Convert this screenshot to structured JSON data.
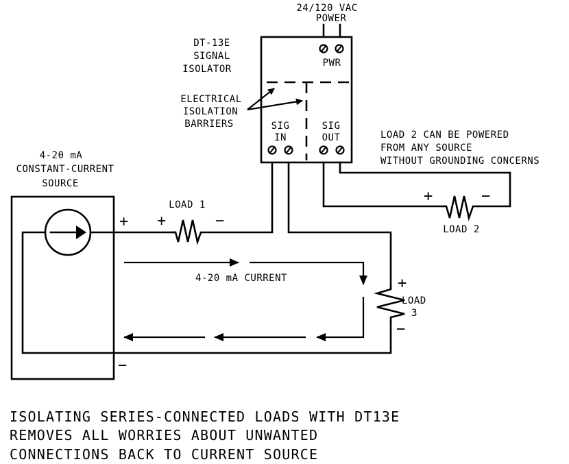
{
  "power_label": [
    "24/120 VAC",
    "POWER"
  ],
  "isolator": {
    "name_lines": [
      "DT-13E",
      "SIGNAL",
      "ISOLATOR"
    ],
    "pwr_label": "PWR",
    "sig_in": [
      "SIG",
      "IN"
    ],
    "sig_out": [
      "SIG",
      "OUT"
    ]
  },
  "barrier_label": [
    "ELECTRICAL",
    "ISOLATION",
    "BARRIERS"
  ],
  "source_label": [
    "4-20 mA",
    "CONSTANT-CURRENT",
    "SOURCE"
  ],
  "load2_note": [
    "LOAD 2 CAN BE POWERED",
    "FROM ANY SOURCE",
    "WITHOUT GROUNDING CONCERNS"
  ],
  "loads": {
    "load1": "LOAD 1",
    "load2": "LOAD 2",
    "load3": [
      "LOAD",
      "3"
    ]
  },
  "current_label": "4-20 mA CURRENT",
  "signs": {
    "plus": "+",
    "minus": "−"
  },
  "caption": [
    "ISOLATING SERIES-CONNECTED LOADS WITH DT13E",
    "REMOVES ALL WORRIES ABOUT UNWANTED",
    "CONNECTIONS BACK TO CURRENT SOURCE"
  ]
}
